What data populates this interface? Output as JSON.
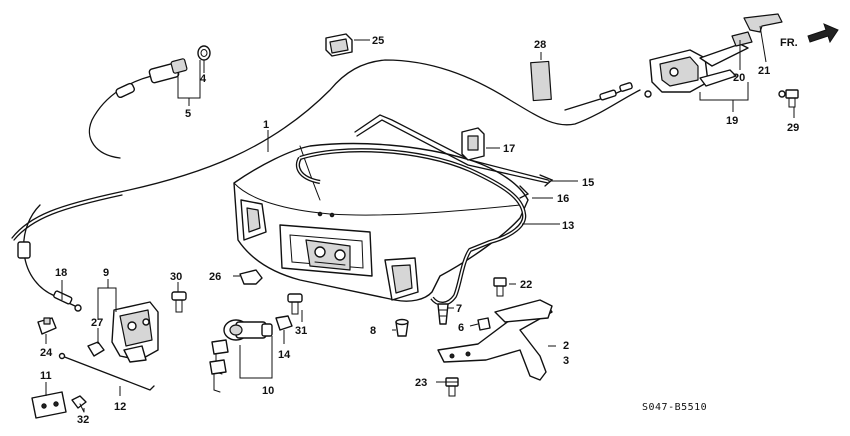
{
  "callouts": {
    "c1": "1",
    "c2": "2",
    "c3": "3",
    "c4": "4",
    "c5": "5",
    "c6": "6",
    "c7": "7",
    "c8": "8",
    "c9": "9",
    "c10": "10",
    "c11": "11",
    "c12": "12",
    "c13": "13",
    "c14": "14",
    "c15": "15",
    "c16": "16",
    "c17": "17",
    "c18": "18",
    "c19": "19",
    "c20": "20",
    "c21": "21",
    "c22": "22",
    "c23": "23",
    "c24": "24",
    "c25": "25",
    "c26": "26",
    "c27": "27",
    "c28": "28",
    "c29": "29",
    "c30": "30",
    "c31": "31",
    "c32": "32"
  },
  "direction_label": "FR.",
  "diagram_code": "S047-B5510"
}
